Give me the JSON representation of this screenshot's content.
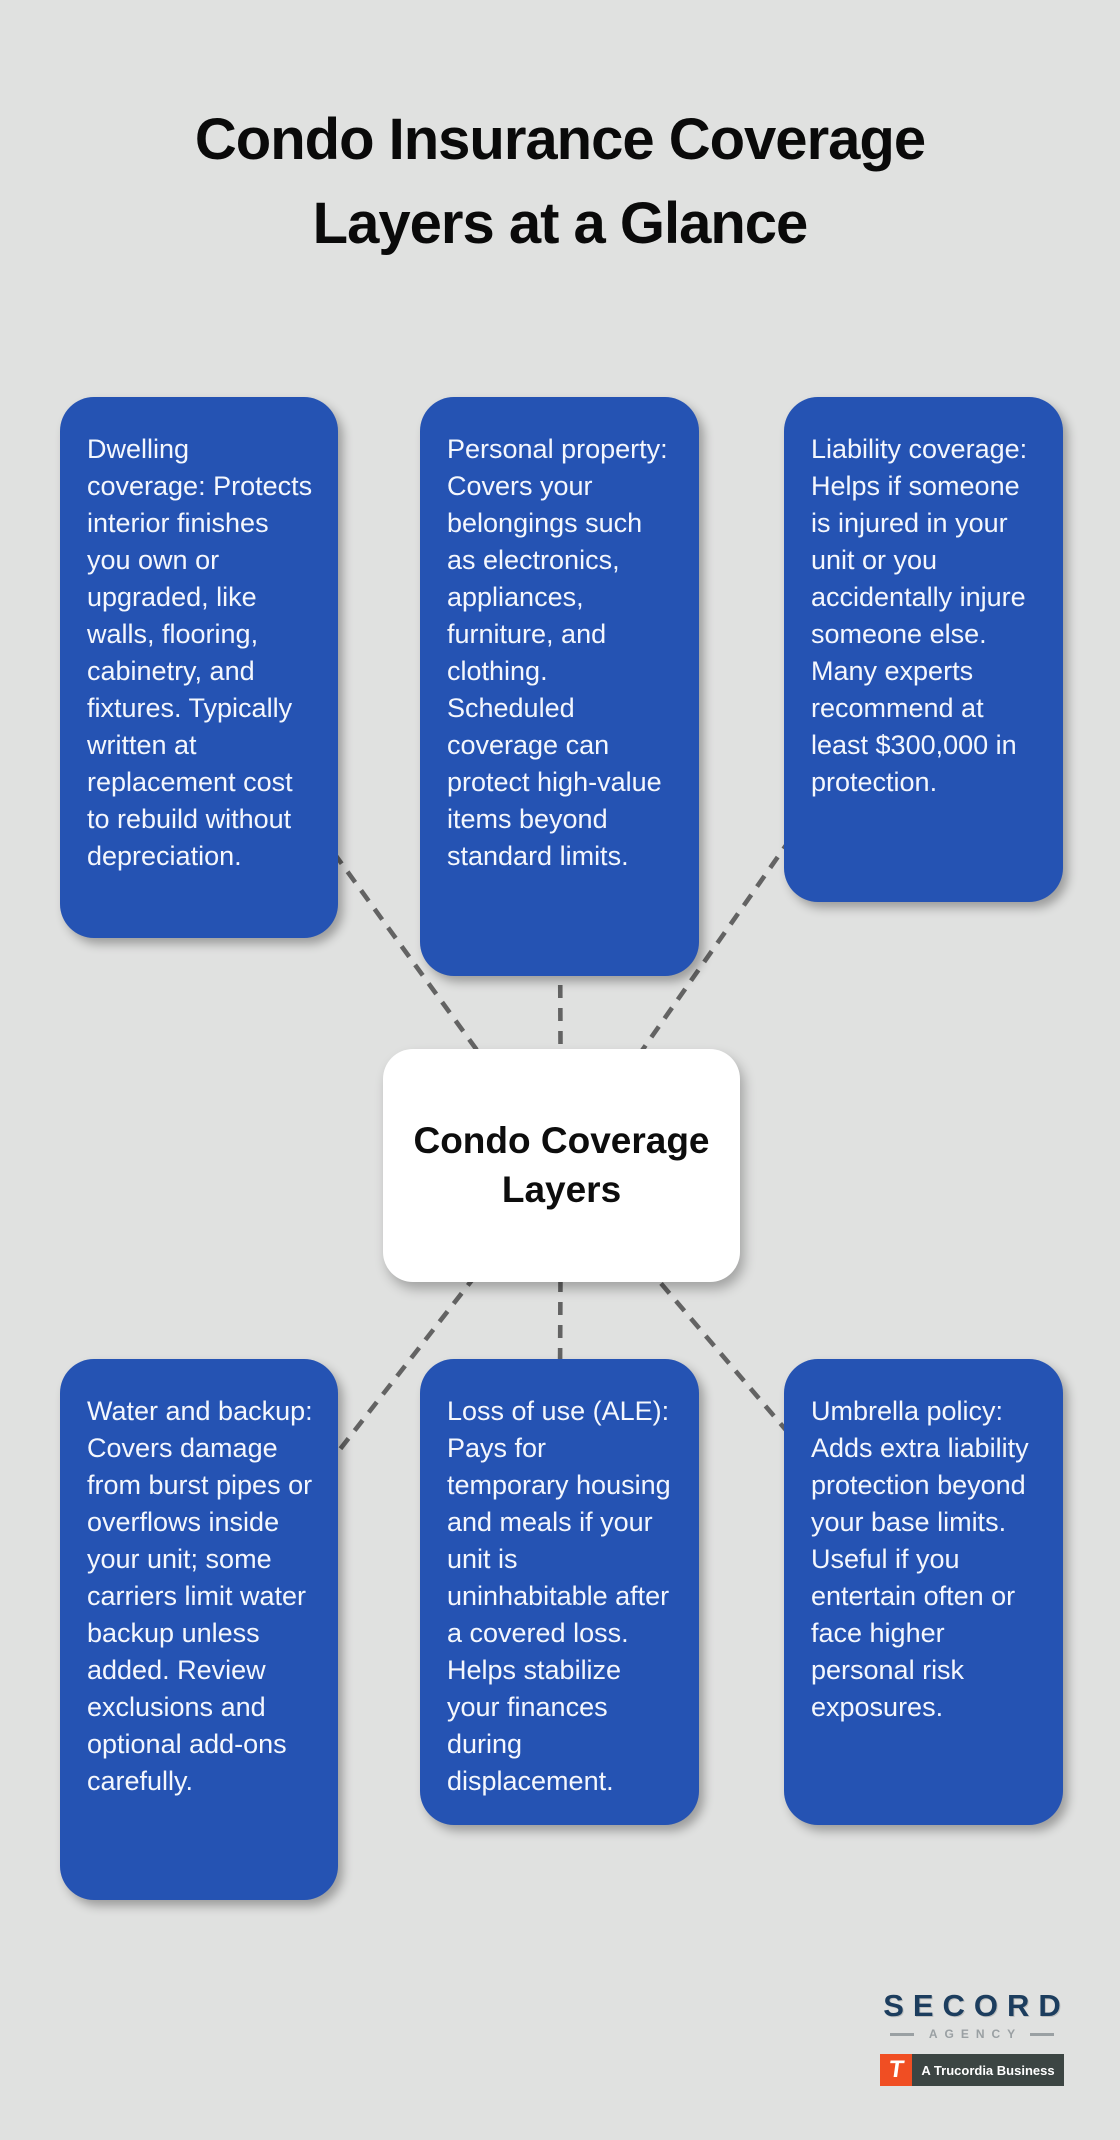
{
  "title": "Condo Insurance Coverage Layers at a Glance",
  "center": {
    "label": "Condo Coverage Layers"
  },
  "nodes": [
    {
      "id": "dwelling-coverage",
      "text": "Dwelling coverage: Protects interior finishes you own or upgraded, like walls, flooring, cabinetry, and fixtures. Typically written at replacement cost to rebuild without depreciation."
    },
    {
      "id": "personal-property",
      "text": "Personal property: Covers your belongings such as electronics, appliances, furniture, and clothing. Scheduled coverage can protect high-value items beyond standard limits."
    },
    {
      "id": "liability-coverage",
      "text": "Liability coverage: Helps if someone is injured in your unit or you accidentally injure someone else. Many experts recommend at least $300,000 in protection."
    },
    {
      "id": "water-and-backup",
      "text": "Water and backup: Covers damage from burst pipes or overflows inside your unit; some carriers limit water backup unless added. Review exclusions and optional add-ons carefully."
    },
    {
      "id": "loss-of-use",
      "text": "Loss of use (ALE): Pays for temporary housing and meals if your unit is uninhabitable after a covered loss. Helps stabilize your finances during displacement."
    },
    {
      "id": "umbrella-policy",
      "text": "Umbrella policy: Adds extra liability protection beyond your base limits. Useful if you entertain often or face higher personal risk exposures."
    }
  ],
  "logo": {
    "brand": "SECORD",
    "sub": "AGENCY",
    "badge_letter": "T",
    "badge": "A Trucordia Business"
  },
  "colors": {
    "background": "#e0e1e0",
    "node_fill": "#2553b3",
    "node_text": "#f4f7fd",
    "center_fill": "#ffffff",
    "center_text": "#0d0d0d",
    "connector": "#636363",
    "title_color": "#0a0a0a",
    "brand_navy": "#1c3d5e",
    "agency_gray": "#9aa0a3",
    "badge_orange": "#f04e23",
    "badge_slate": "#3c4543"
  }
}
